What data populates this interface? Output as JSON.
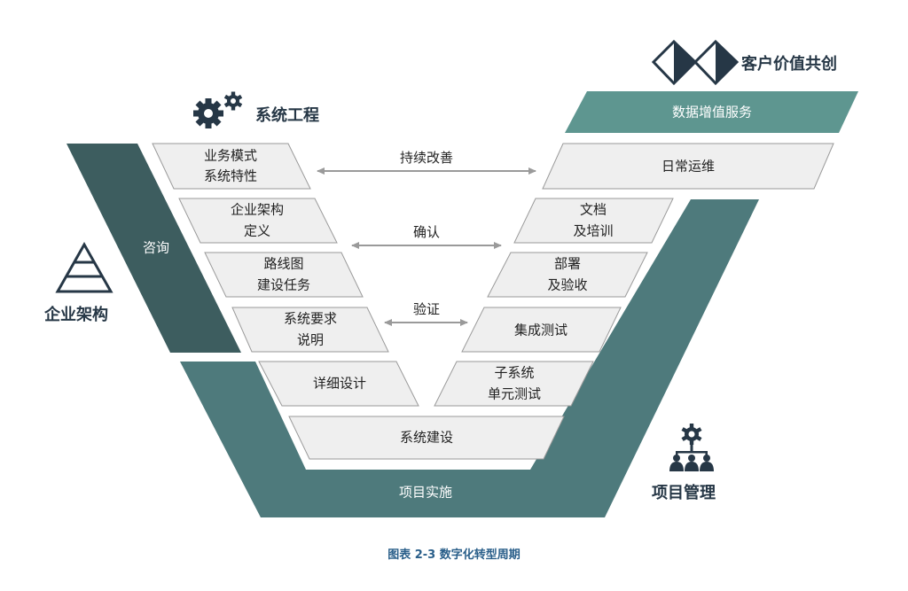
{
  "colors": {
    "dark_teal": "#3d5d5f",
    "mid_teal": "#4e7a7c",
    "light_teal": "#5e9690",
    "box_fill": "#efefef",
    "box_stroke": "#9a9a9a",
    "navy": "#263746",
    "caption": "#2a5f8a"
  },
  "headers": {
    "systems_engineering": "系统工程",
    "enterprise_architecture": "企业架构",
    "co_creation": "客户价值共创",
    "project_management": "项目管理"
  },
  "bands": {
    "consulting": "咨询",
    "data_value_services": "数据增值服务",
    "project_implementation": "项目实施"
  },
  "left_boxes": [
    {
      "line1": "业务模式",
      "line2": "系统特性"
    },
    {
      "line1": "企业架构",
      "line2": "定义"
    },
    {
      "line1": "路线图",
      "line2": "建设任务"
    },
    {
      "line1": "系统要求",
      "line2": "说明"
    },
    {
      "line1": "详细设计",
      "line2": ""
    }
  ],
  "right_boxes": [
    {
      "line1": "日常运维",
      "line2": ""
    },
    {
      "line1": "文档",
      "line2": "及培训"
    },
    {
      "line1": "部署",
      "line2": "及验收"
    },
    {
      "line1": "集成测试",
      "line2": ""
    },
    {
      "line1": "子系统",
      "line2": "单元测试"
    }
  ],
  "bottom_box": "系统建设",
  "arrows": [
    {
      "label": "持续改善"
    },
    {
      "label": "确认"
    },
    {
      "label": "验证"
    }
  ],
  "icons": [
    "gears-icon",
    "pyramid-icon",
    "diamond-logo-icon",
    "team-org-icon"
  ],
  "caption": "图表 2-3 数字化转型周期"
}
